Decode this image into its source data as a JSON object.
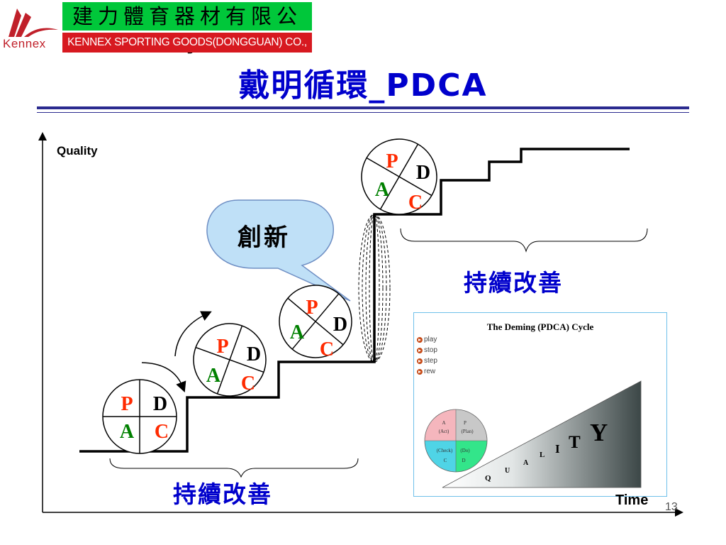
{
  "header": {
    "logo_text": "Kennex",
    "company_cn": "建力體育器材有限公司",
    "company_en": "KENNEX SPORTING GOODS(DONGGUAN) CO., LTD."
  },
  "slide": {
    "title": "戴明循環_PDCA",
    "page_number": "13"
  },
  "diagram": {
    "y_axis_label": "Quality",
    "x_axis_label": "Time",
    "bubble_text": "創新",
    "improve_left": "持續改善",
    "improve_right": "持續改善",
    "pdca_circles": [
      {
        "p": "P",
        "d": "D",
        "a": "A",
        "c": "C"
      },
      {
        "p": "P",
        "d": "D",
        "a": "A",
        "c": "C"
      },
      {
        "p": "P",
        "d": "D",
        "a": "A",
        "c": "C"
      },
      {
        "p": "P",
        "d": "D",
        "a": "A",
        "c": "C"
      }
    ],
    "colors": {
      "p": "#ff2a00",
      "d": "#000000",
      "a": "#008000",
      "c": "#ff2a00",
      "title": "#0000cc",
      "bubble": "#bfe0f7"
    }
  },
  "inset": {
    "title": "The Deming  (PDCA) Cycle",
    "controls": [
      "play",
      "stop",
      "step",
      "rew"
    ],
    "wheel": {
      "a_top": "A",
      "a_bottom": "(Act)",
      "p_top": "P",
      "p_bottom": "(Plan)",
      "c_top": "(Check)",
      "c_bottom": "C",
      "d_top": "(Do)",
      "d_bottom": "D",
      "colors": {
        "act": "#f5b6bd",
        "plan": "#c8c8c8",
        "check": "#4fd4e6",
        "do": "#33e58a"
      }
    },
    "quality_letters": [
      "Q",
      "U",
      "A",
      "L",
      "I",
      "T",
      "Y"
    ]
  }
}
